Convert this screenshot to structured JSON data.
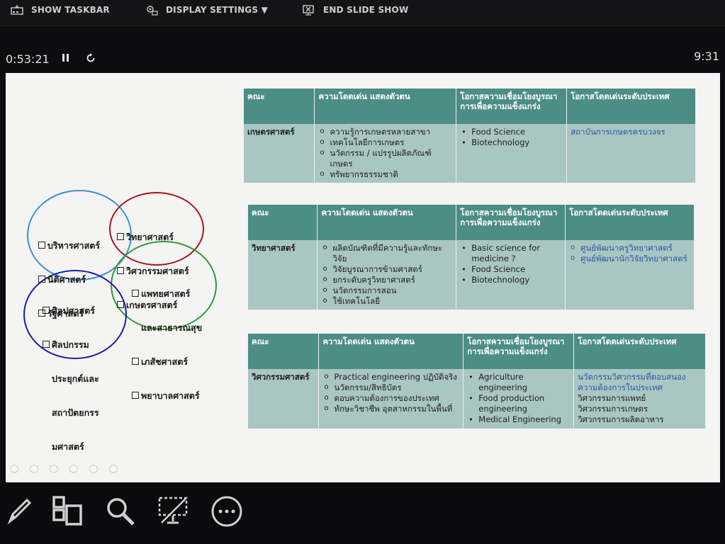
{
  "topbar": {
    "show_taskbar": "SHOW TASKBAR",
    "display_settings": "DISPLAY SETTINGS ▼",
    "end_slide_show": "END SLIDE SHOW"
  },
  "status": {
    "elapsed": "0:53:21",
    "clock": "9:31",
    "pause_icon": "pause-icon",
    "restart_icon": "restart-icon"
  },
  "venn": {
    "blue_circle": [
      "บริหารศาสตร์",
      "นิติศาสตร์",
      "รัฐศาสตร์"
    ],
    "red_circle": [
      "วิทยาศาสตร์",
      "วิศวกรรมศาสตร์",
      "เกษตรศาสตร์"
    ],
    "green_circle": [
      "แพทยศาสตร์",
      "และสาธารณสุข",
      "เภสัชศาสตร์",
      "พยาบาลศาสตร์"
    ],
    "navy_circle": [
      "ศิลปศาสตร์",
      "ศิลปกรรม",
      "ประยุกต์และ",
      "สถาปัตยกรร",
      "มศาสตร์"
    ],
    "colors": {
      "blue": "#3c8fd6",
      "red": "#a4161c",
      "green": "#2f9a3a",
      "navy": "#1a1aa6"
    }
  },
  "tables": {
    "headers": [
      "คณะ",
      "ความโดดเด่น แสดงตัวตน",
      "โอกาสความเชื่อมโยงบูรณาการเพื่อความแข็งแกร่ง",
      "โอกาสโดดเด่นระดับประเทศ"
    ],
    "agriculture": {
      "faculty": "เกษตรศาสตร์",
      "strengths": [
        "ความรู้การเกษตรหลายสาขา",
        "เทคโนโลยีการเกษตร",
        "นวัตกรรม / แปรรูปผลิตภัณฑ์เกษตร",
        "ทรัพยากรธรรมชาติ"
      ],
      "links": [
        "Food Science",
        "Biotechnology"
      ],
      "national": [
        "สถาบันการเกษตรครบวงจร"
      ]
    },
    "science": {
      "faculty": "วิทยาศาสตร์",
      "strengths": [
        "ผลิตบัณฑิตที่มีความรู้และทักษะวิจัย",
        "วิจัยบูรณาการข้ามศาสตร์",
        "ยกระดับครูวิทยาศาสตร์",
        "นวัตกรรมการสอน",
        "ใช้เทคโนโลยี"
      ],
      "links": [
        "Basic science for medicine ?",
        "Food Science",
        "Biotechnology"
      ],
      "national": [
        "ศูนย์พัฒนาครูวิทยาศาสตร์",
        "ศูนย์พัฒนานักวิจัยวิทยาศาสตร์"
      ]
    },
    "engineering": {
      "faculty": "วิศวกรรมศาสตร์",
      "strengths": [
        "Practical engineering ปฏิบัติจริง",
        "นวัตกรรม/สิทธิบัตร",
        "ตอบความต้องการของประเทศ",
        "ทักษะวิชาชีพ อุตสาหกรรมในพื้นที่"
      ],
      "links": [
        "Agriculture engineering",
        "Food production engineering",
        "Medical Engineering"
      ],
      "national_blue": "นวัตกรรมวิศวกรรมที่ตอบสนองความต้องการในประเทศ",
      "national": [
        "วิศวกรรมการแพทย์",
        "วิศวกรรมการเกษตร",
        "วิศวกรรมการผลิตอาหาร"
      ]
    }
  },
  "bottombar": {
    "icons": [
      "pen-icon",
      "slides-grid-icon",
      "zoom-icon",
      "screen-toggle-icon",
      "more-options-icon"
    ]
  }
}
